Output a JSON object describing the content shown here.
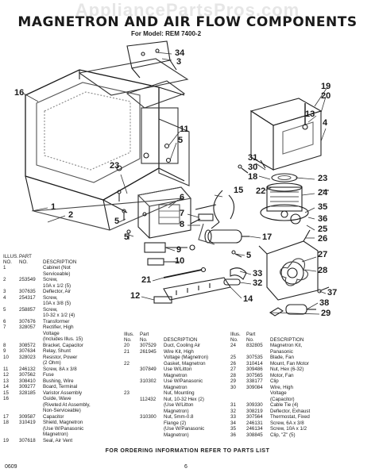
{
  "watermark": "AppliancePartsPros.com",
  "title": "MAGNETRON AND AIR FLOW COMPONENTS",
  "subtitle": "For Model: REM 7400-2",
  "callouts": [
    {
      "id": "c34",
      "label": "34"
    },
    {
      "id": "c3",
      "label": "3"
    },
    {
      "id": "c19",
      "label": "19"
    },
    {
      "id": "c20",
      "label": "20"
    },
    {
      "id": "c13",
      "label": "13"
    },
    {
      "id": "c4",
      "label": "4"
    },
    {
      "id": "c16",
      "label": "16"
    },
    {
      "id": "c11",
      "label": "11"
    },
    {
      "id": "c5a",
      "label": "5"
    },
    {
      "id": "c31",
      "label": "31"
    },
    {
      "id": "c30",
      "label": "30"
    },
    {
      "id": "c18",
      "label": "18"
    },
    {
      "id": "c22",
      "label": "22"
    },
    {
      "id": "c23a",
      "label": "23"
    },
    {
      "id": "c24",
      "label": "24"
    },
    {
      "id": "c35",
      "label": "35"
    },
    {
      "id": "c36",
      "label": "36"
    },
    {
      "id": "c25",
      "label": "25"
    },
    {
      "id": "c26",
      "label": "26"
    },
    {
      "id": "c23b",
      "label": "23"
    },
    {
      "id": "c6",
      "label": "6"
    },
    {
      "id": "c15",
      "label": "15"
    },
    {
      "id": "c1",
      "label": "1"
    },
    {
      "id": "c2",
      "label": "2"
    },
    {
      "id": "c5b",
      "label": "5"
    },
    {
      "id": "c7",
      "label": "7"
    },
    {
      "id": "c8",
      "label": "8"
    },
    {
      "id": "c5c",
      "label": "5"
    },
    {
      "id": "c17",
      "label": "17"
    },
    {
      "id": "c9",
      "label": "9"
    },
    {
      "id": "c10",
      "label": "10"
    },
    {
      "id": "c5d",
      "label": "5"
    },
    {
      "id": "c27",
      "label": "27"
    },
    {
      "id": "c28",
      "label": "28"
    },
    {
      "id": "c21",
      "label": "21"
    },
    {
      "id": "c33",
      "label": "33"
    },
    {
      "id": "c32",
      "label": "32"
    },
    {
      "id": "c37",
      "label": "37"
    },
    {
      "id": "c12",
      "label": "12"
    },
    {
      "id": "c14",
      "label": "14"
    },
    {
      "id": "c38",
      "label": "38"
    },
    {
      "id": "c29",
      "label": "29"
    }
  ],
  "parts_table": {
    "col1": {
      "header": [
        "ILLUS.",
        "PART",
        "NO.",
        "NO.",
        "DESCRIPTION"
      ],
      "rows": [
        [
          "1",
          "",
          "Cabinet (Not"
        ],
        [
          "",
          "",
          "Serviceable)"
        ],
        [
          "2",
          "253549",
          "Screw,"
        ],
        [
          "",
          "",
          "10A x 1/2 (5)"
        ],
        [
          "3",
          "307635",
          "Deflector, Air"
        ],
        [
          "4",
          "254317",
          "Screw,"
        ],
        [
          "",
          "",
          "10A x 3/8 (5)"
        ],
        [
          "5",
          "258857",
          "Screw,"
        ],
        [
          "",
          "",
          "10-32 x 1/2 (4)"
        ],
        [
          "6",
          "307676",
          "Transformer"
        ],
        [
          "7",
          "328057",
          "Rectifier, High"
        ],
        [
          "",
          "",
          "Voltage"
        ],
        [
          "",
          "",
          "(Includes Illus. 15)"
        ],
        [
          "8",
          "308572",
          "Bracket, Capacitor"
        ],
        [
          "9",
          "307634",
          "Relay, Shunt"
        ],
        [
          "10",
          "328023",
          "Resistor, Power"
        ],
        [
          "",
          "",
          "(2 Ohm)"
        ],
        [
          "11",
          "246132",
          "Screw, 8A x 3/8"
        ],
        [
          "12",
          "307562",
          "Fuse"
        ],
        [
          "13",
          "308410",
          "Bushing, Wire"
        ],
        [
          "14",
          "309277",
          "Board, Terminal"
        ],
        [
          "15",
          "328185",
          "Varistor Assembly"
        ],
        [
          "16",
          "",
          "Guide, Wave"
        ],
        [
          "",
          "",
          "(Riveted At Assembly,"
        ],
        [
          "",
          "",
          "Non-Serviceable)"
        ],
        [
          "17",
          "309587",
          "Capacitor"
        ],
        [
          "18",
          "310419",
          "Shield, Magnetron"
        ],
        [
          "",
          "",
          "(Use W/Panasonic"
        ],
        [
          "",
          "",
          "Magnetron)"
        ],
        [
          "19",
          "307618",
          "Seal, Air Vent"
        ]
      ]
    },
    "col2": {
      "header": [
        "Illus.",
        "Part",
        "No.",
        "No.",
        "DESCRIPTION"
      ],
      "rows": [
        [
          "20",
          "307529",
          "Duct, Cooling Air"
        ],
        [
          "21",
          "261945",
          "Wire Kit, High"
        ],
        [
          "",
          "",
          "Voltage (Magnetron)"
        ],
        [
          "22",
          "",
          "Gasket, Magnetron"
        ],
        [
          "",
          "307849",
          "Use W/Litton"
        ],
        [
          "",
          "",
          "Magnetron"
        ],
        [
          "",
          "310302",
          "Use W/Panasonic"
        ],
        [
          "",
          "",
          "Magnetron"
        ],
        [
          "23",
          "",
          "Nut, Mounting"
        ],
        [
          "",
          "112432",
          "Nut, 10-32 Hex (2)"
        ],
        [
          "",
          "",
          "(Use W/Litton"
        ],
        [
          "",
          "",
          "Magnetron)"
        ],
        [
          "",
          "310300",
          "Nut, 5mm-0.8"
        ],
        [
          "",
          "",
          "Flange (2)"
        ],
        [
          "",
          "",
          "(Use W/Panasonic"
        ],
        [
          "",
          "",
          "Magnetron)"
        ]
      ]
    },
    "col3": {
      "header": [
        "Illus.",
        "Part",
        "No.",
        "No.",
        "DESCRIPTION"
      ],
      "rows": [
        [
          "24",
          "832805",
          "Magnetron Kit,"
        ],
        [
          "",
          "",
          "Panasonic"
        ],
        [
          "25",
          "307535",
          "Blade, Fan"
        ],
        [
          "26",
          "310414",
          "Mount, Fan Motor"
        ],
        [
          "27",
          "309486",
          "Nut, Hex (6-32)"
        ],
        [
          "28",
          "307565",
          "Motor, Fan"
        ],
        [
          "29",
          "338177",
          "Clip"
        ],
        [
          "30",
          "309084",
          "Wire, High"
        ],
        [
          "",
          "",
          "Voltage"
        ],
        [
          "",
          "",
          "(Capacitor)"
        ],
        [
          "31",
          "309330",
          "Cable Tie (4)"
        ],
        [
          "32",
          "308219",
          "Deflector, Exhaust"
        ],
        [
          "33",
          "307564",
          "Thermostat, Fixed"
        ],
        [
          "34",
          "246131",
          "Screw, 6A x 3/8"
        ],
        [
          "35",
          "246134",
          "Screw, 10A x 1/2"
        ],
        [
          "36",
          "308845",
          "Clip, \"Z\" (5)"
        ]
      ]
    }
  },
  "footer": "FOR ORDERING INFORMATION REFER TO PARTS LIST",
  "page_code": "0609",
  "page_number": "6"
}
